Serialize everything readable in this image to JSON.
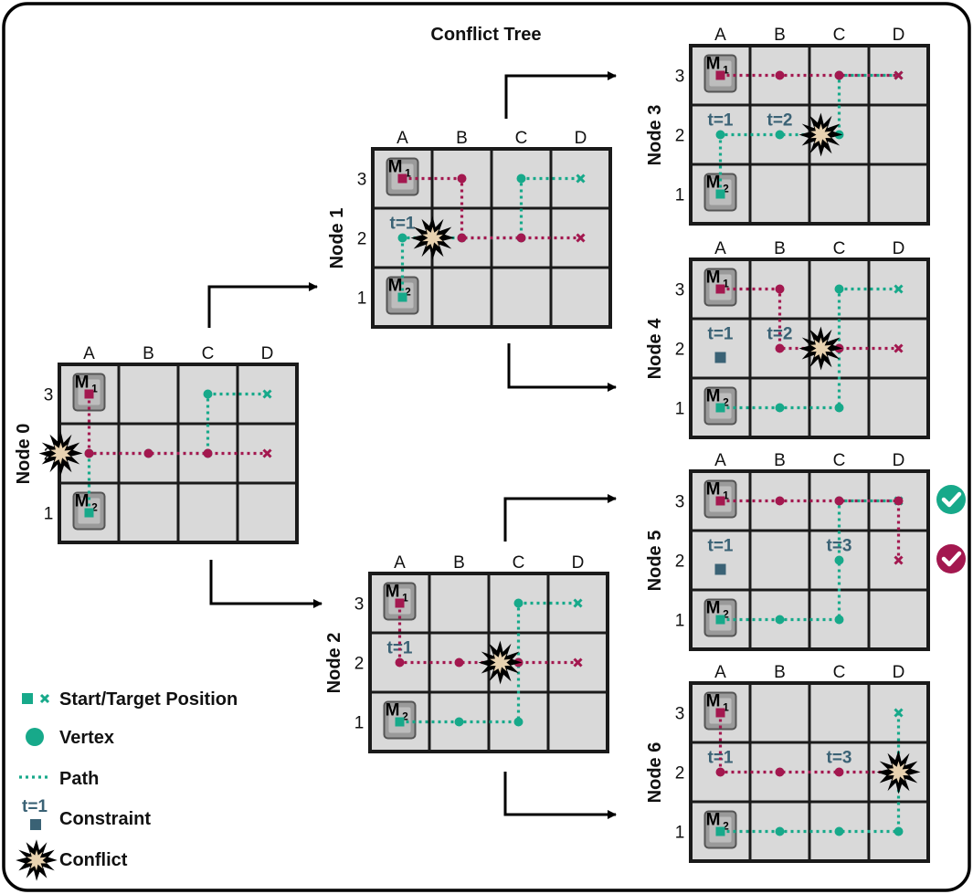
{
  "title": "Conflict Tree",
  "columns": [
    "A",
    "B",
    "C",
    "D"
  ],
  "rows": [
    "3",
    "2",
    "1"
  ],
  "agents": {
    "m1": {
      "letter": "M",
      "sub": "1"
    },
    "m2": {
      "letter": "M",
      "sub": "2"
    }
  },
  "colors": {
    "teal": "#17a98a",
    "maroon": "#a3184f",
    "constraint": "#3a6275",
    "cell": "#d9d9d9",
    "check_teal": "#17a98a",
    "check_maroon": "#a3184f"
  },
  "nodes": [
    {
      "id": "node0",
      "label": "Node 0",
      "constraints": [],
      "teal_path": [
        "A1",
        "A2",
        "B2",
        "C2",
        "C3",
        "D3"
      ],
      "maroon_path": [
        "A3",
        "A2",
        "B2",
        "C2",
        "D2"
      ],
      "conflict": "A2",
      "solved": false
    },
    {
      "id": "node1",
      "label": "Node 1",
      "constraints": [
        {
          "text": "t=1",
          "cell": "A2"
        }
      ],
      "teal_path": [
        "A1",
        "A2",
        "B2",
        "C2",
        "C3",
        "D3"
      ],
      "maroon_path": [
        "A3",
        "B3",
        "B2",
        "C2",
        "D2"
      ],
      "conflict": "B2",
      "solved": false
    },
    {
      "id": "node2",
      "label": "Node 2",
      "constraints": [
        {
          "text": "t=1",
          "cell": "A2"
        }
      ],
      "teal_path": [
        "A1",
        "B1",
        "C1",
        "C2",
        "C3",
        "D3"
      ],
      "maroon_path": [
        "A3",
        "A2",
        "B2",
        "C2",
        "D2"
      ],
      "conflict": "C2",
      "solved": false
    },
    {
      "id": "node3",
      "label": "Node 3",
      "constraints": [
        {
          "text": "t=1",
          "cell": "A2"
        },
        {
          "text": "t=2",
          "cell": "B2"
        }
      ],
      "teal_path": [
        "A1",
        "A2",
        "B2",
        "C2",
        "C3",
        "D3"
      ],
      "maroon_path": [
        "A3",
        "B3",
        "C3",
        "D3"
      ],
      "conflict": "C2",
      "solved": false
    },
    {
      "id": "node4",
      "label": "Node 4",
      "constraints": [
        {
          "text": "t=1",
          "cell": "A2",
          "marker": true
        },
        {
          "text": "t=2",
          "cell": "B2"
        }
      ],
      "teal_path": [
        "A1",
        "B1",
        "C1",
        "C2",
        "C3",
        "D3"
      ],
      "maroon_path": [
        "A3",
        "B3",
        "B2",
        "C2",
        "D2"
      ],
      "conflict": "C2",
      "solved": false
    },
    {
      "id": "node5",
      "label": "Node 5",
      "constraints": [
        {
          "text": "t=1",
          "cell": "A2",
          "marker": true
        },
        {
          "text": "t=3",
          "cell": "C2"
        }
      ],
      "teal_path": [
        "A1",
        "B1",
        "C1",
        "C2",
        "C3",
        "D3"
      ],
      "maroon_path": [
        "A3",
        "B3",
        "C3",
        "D3",
        "D2"
      ],
      "conflict": null,
      "solved": true
    },
    {
      "id": "node6",
      "label": "Node 6",
      "constraints": [
        {
          "text": "t=1",
          "cell": "A2"
        },
        {
          "text": "t=3",
          "cell": "C2"
        }
      ],
      "teal_path": [
        "A1",
        "B1",
        "C1",
        "D1",
        "D2",
        "D3"
      ],
      "maroon_path": [
        "A3",
        "A2",
        "B2",
        "C2",
        "D2"
      ],
      "conflict": "D2",
      "solved": false
    }
  ],
  "legend": {
    "start_target": "Start/Target Position",
    "vertex": "Vertex",
    "path": "Path",
    "constraint": "Constraint",
    "constraint_sample": "t=1",
    "conflict": "Conflict"
  }
}
